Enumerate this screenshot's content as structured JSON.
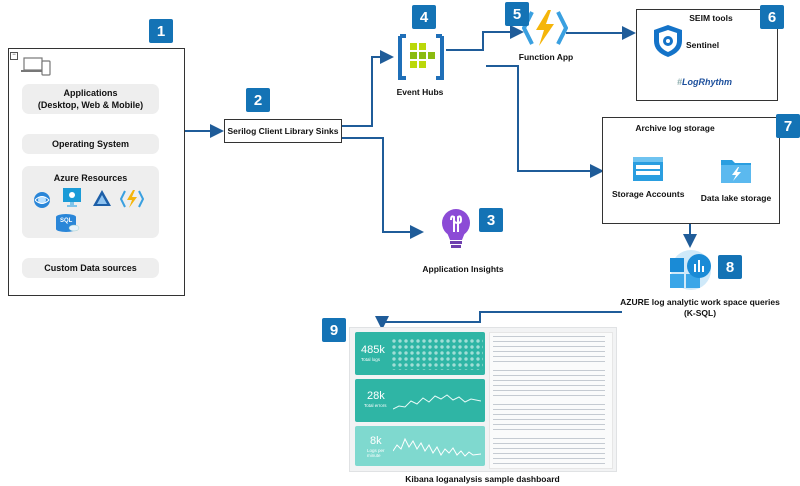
{
  "badges": [
    "1",
    "2",
    "3",
    "4",
    "5",
    "6",
    "7",
    "8",
    "9"
  ],
  "sources": {
    "applications": "Applications\n(Desktop, Web & Mobile)",
    "os": "Operating System",
    "azure_resources": "Azure Resources",
    "sql_label": "SQL",
    "custom": "Custom Data sources"
  },
  "serilog": "Serilog Client Library Sinks",
  "event_hubs": "Event Hubs",
  "function_app": "Function App",
  "siem": {
    "title": "SEIM tools",
    "sentinel": "Sentinel",
    "logrhythm": "LogRhythm"
  },
  "archive": {
    "title": "Archive log storage",
    "storage_accounts": "Storage Accounts",
    "data_lake": "Data lake storage"
  },
  "app_insights": "Application Insights",
  "azure_la": "AZURE log analytic work space queries\n(K-SQL)",
  "kibana": {
    "caption": "Kibana loganalysis sample dashboard",
    "stat1_value": "485k",
    "stat1_label": "Total logs",
    "stat2_value": "28k",
    "stat2_label": "Total errors",
    "stat3_value": "8k",
    "stat3_label": "Logs per minute"
  },
  "colors": {
    "badge": "#1473b5",
    "arrow": "#1f5c99",
    "teal": "#2fb5a5",
    "teal_light": "#7fd9cf"
  }
}
